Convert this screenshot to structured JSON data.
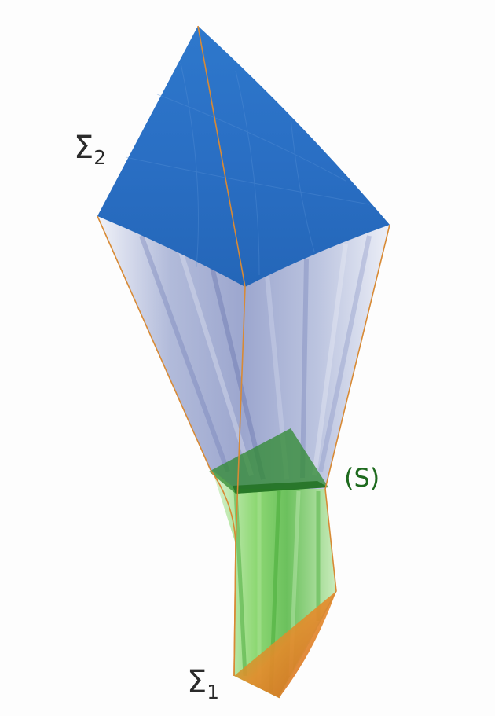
{
  "labels": {
    "sigma2": {
      "symbol": "Σ",
      "subscript": "2"
    },
    "sigma1": {
      "symbol": "Σ",
      "subscript": "1"
    },
    "s": "(S)"
  },
  "colors": {
    "top_surface": "#2d74c9",
    "top_surface_dark": "#1f5fae",
    "bundle_upper": "#9aa6cf",
    "bundle_lower": "#5fc241",
    "section_s": "#2f8a2f",
    "bottom_surface": "#e58a2a",
    "edge_lines": "#d88a35",
    "label_text": "#2b2b2b",
    "s_label_text": "#1e6a1e"
  }
}
